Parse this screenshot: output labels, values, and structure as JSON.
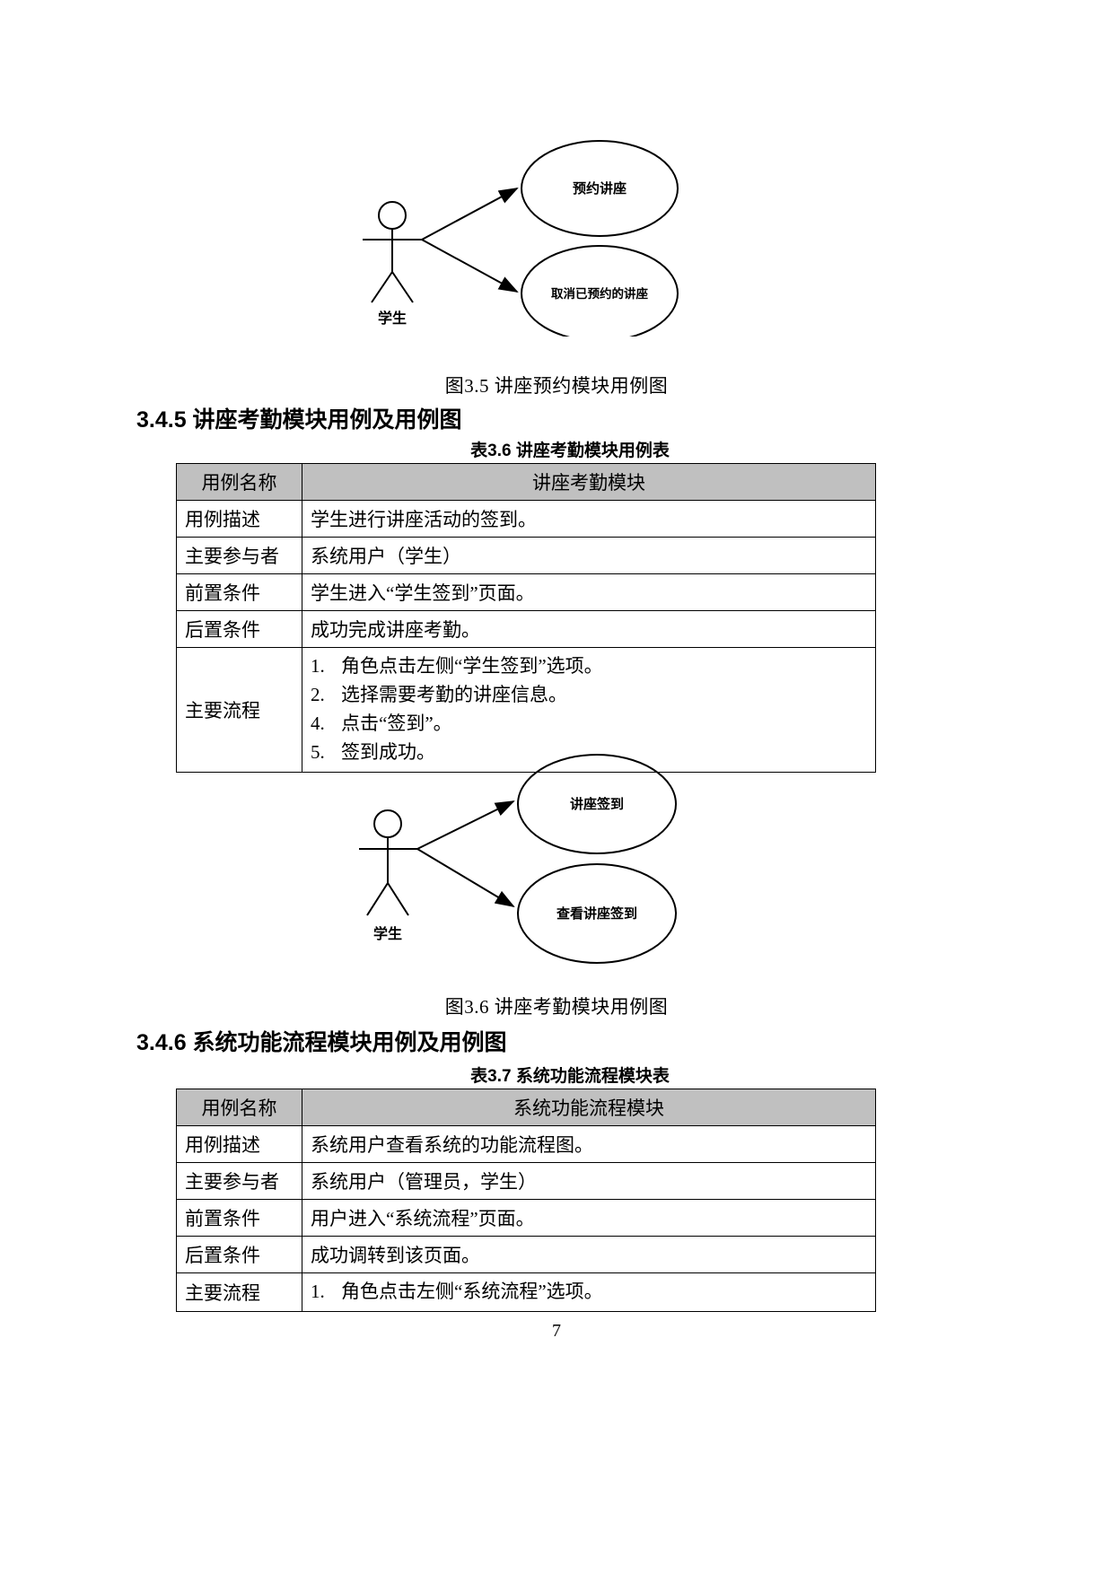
{
  "document": {
    "page_number": "7"
  },
  "figure_3_5": {
    "caption": "图3.5  讲座预约模块用例图",
    "actor_label": "学生",
    "usecases": [
      {
        "label": "预约讲座"
      },
      {
        "label": "取消已预约的讲座"
      }
    ]
  },
  "section_3_4_5": {
    "heading": "3.4.5  讲座考勤模块用例及用例图",
    "table_caption": "表3.6 讲座考勤模块用例表",
    "table": {
      "header": {
        "label": "用例名称",
        "value": "讲座考勤模块"
      },
      "rows": [
        {
          "label": "用例描述",
          "value": "学生进行讲座活动的签到。"
        },
        {
          "label": "主要参与者",
          "value": "系统用户（学生）"
        },
        {
          "label": "前置条件",
          "value": "学生进入“学生签到”页面。"
        },
        {
          "label": "后置条件",
          "value": "成功完成讲座考勤。"
        }
      ],
      "flow_label": "主要流程",
      "flow_steps": [
        {
          "num": "1.",
          "text": "角色点击左侧“学生签到”选项。"
        },
        {
          "num": "2.",
          "text": "选择需要考勤的讲座信息。"
        },
        {
          "num": "4.",
          "text": "点击“签到”。"
        },
        {
          "num": "5.",
          "text": "签到成功。"
        }
      ]
    }
  },
  "figure_3_6": {
    "caption": "图3.6  讲座考勤模块用例图",
    "actor_label": "学生",
    "usecases": [
      {
        "label": "讲座签到"
      },
      {
        "label": "查看讲座签到"
      }
    ]
  },
  "section_3_4_6": {
    "heading": "3.4.6  系统功能流程模块用例及用例图",
    "table_caption": "表3.7 系统功能流程模块表",
    "table": {
      "header": {
        "label": "用例名称",
        "value": "系统功能流程模块"
      },
      "rows": [
        {
          "label": "用例描述",
          "value": "系统用户查看系统的功能流程图。"
        },
        {
          "label": "主要参与者",
          "value": "系统用户（管理员，学生）"
        },
        {
          "label": "前置条件",
          "value": "用户进入“系统流程”页面。"
        },
        {
          "label": "后置条件",
          "value": "成功调转到该页面。"
        }
      ],
      "flow_label": "主要流程",
      "flow_steps": [
        {
          "num": "1.",
          "text": "角色点击左侧“系统流程”选项。"
        }
      ]
    }
  },
  "colors": {
    "header_bg": "#c0c0c0",
    "border": "#000000",
    "text": "#000000"
  }
}
